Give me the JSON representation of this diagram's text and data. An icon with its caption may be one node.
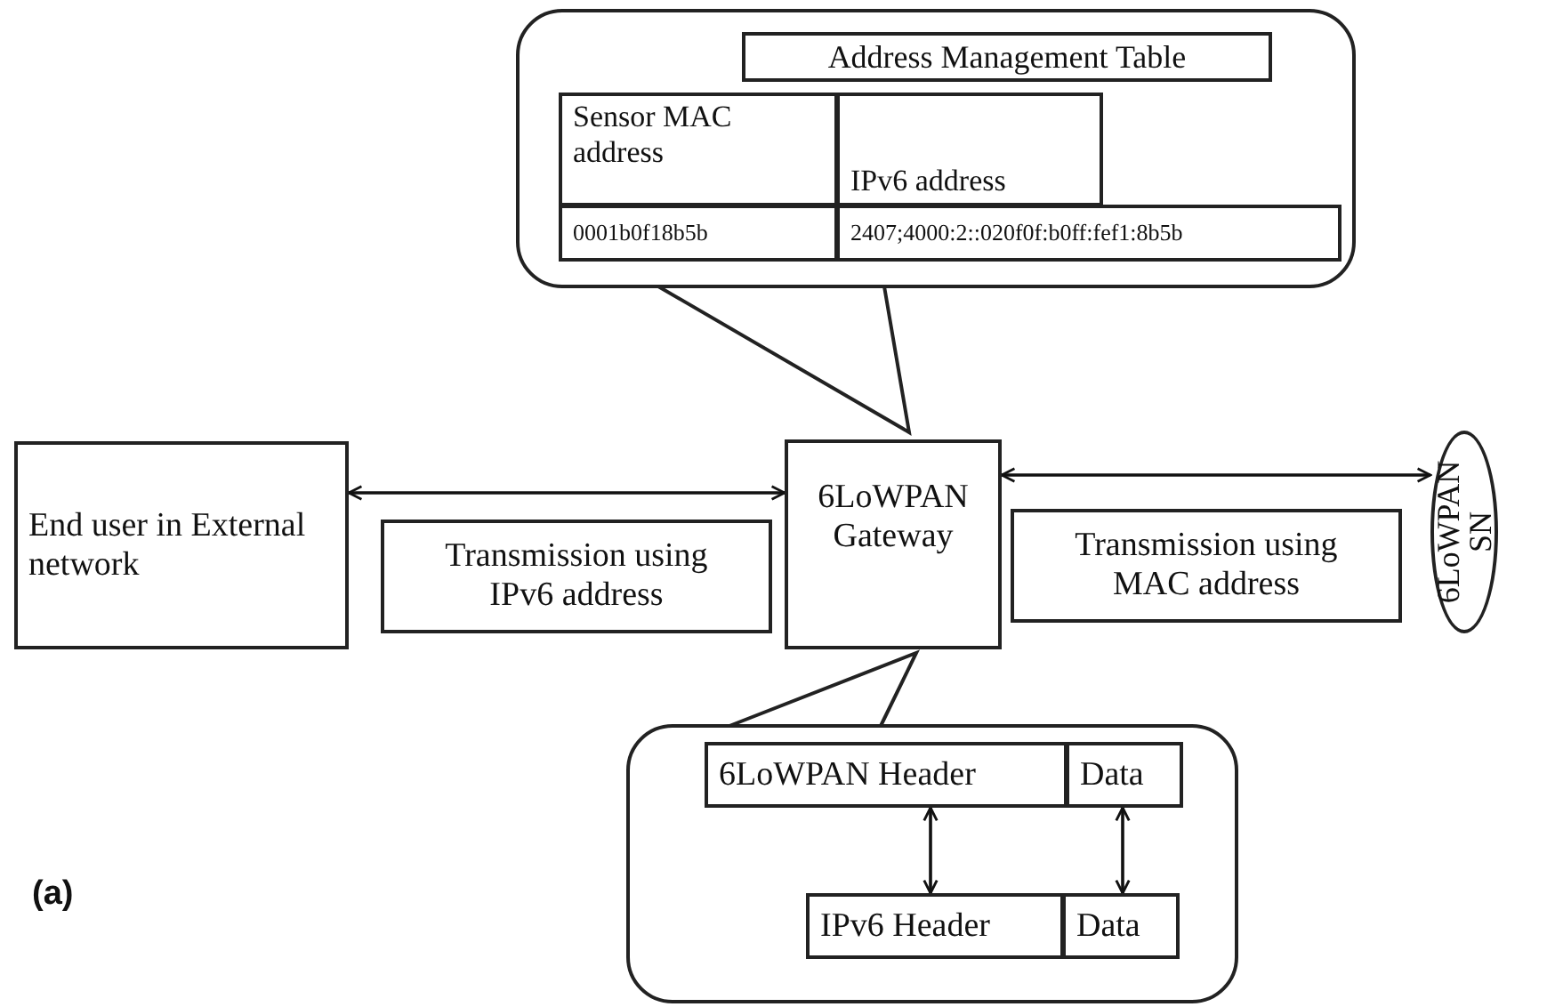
{
  "diagram": {
    "nodes": [
      {
        "text": [],
        "shape": "callout"
      },
      {
        "text": [
          "Address Management Table"
        ],
        "in": 0
      },
      {
        "text": [
          "Sensor MAC address"
        ],
        "in": 0
      },
      {
        "text": [
          "IPv6 address"
        ],
        "in": 0
      },
      {
        "text": [
          "0001b0f18b5b"
        ],
        "in": 0
      },
      {
        "text": [
          "2407;4000:2::020f0f:b0ff:fef1:8b5b"
        ],
        "in": 0
      },
      {
        "text": [
          "End user in External network"
        ]
      },
      {
        "text": [
          "Transmission using IPv6 address"
        ]
      },
      {
        "text": [
          "6LoWPAN Gateway"
        ]
      },
      {
        "text": [
          "Transmission using MAC address"
        ]
      },
      {
        "text": [
          "6LoWPAN SN"
        ]
      },
      {
        "text": [],
        "shape": "callout"
      },
      {
        "text": [
          "6LoWPAN Header"
        ],
        "in": 11
      },
      {
        "text": [
          "Data"
        ],
        "in": 11
      },
      {
        "text": [
          "IPv6 Header"
        ],
        "in": 11
      },
      {
        "text": [
          "Data"
        ],
        "in": 11
      }
    ],
    "edges": [
      {
        "from": 6,
        "to": 8,
        "arrow": "both"
      },
      {
        "from": 8,
        "to": 10,
        "arrow": "both"
      },
      {
        "from": 12,
        "to": 14,
        "arrow": "both"
      },
      {
        "from": 13,
        "to": 15,
        "arrow": "both"
      }
    ],
    "labels": [
      "(a)"
    ]
  }
}
